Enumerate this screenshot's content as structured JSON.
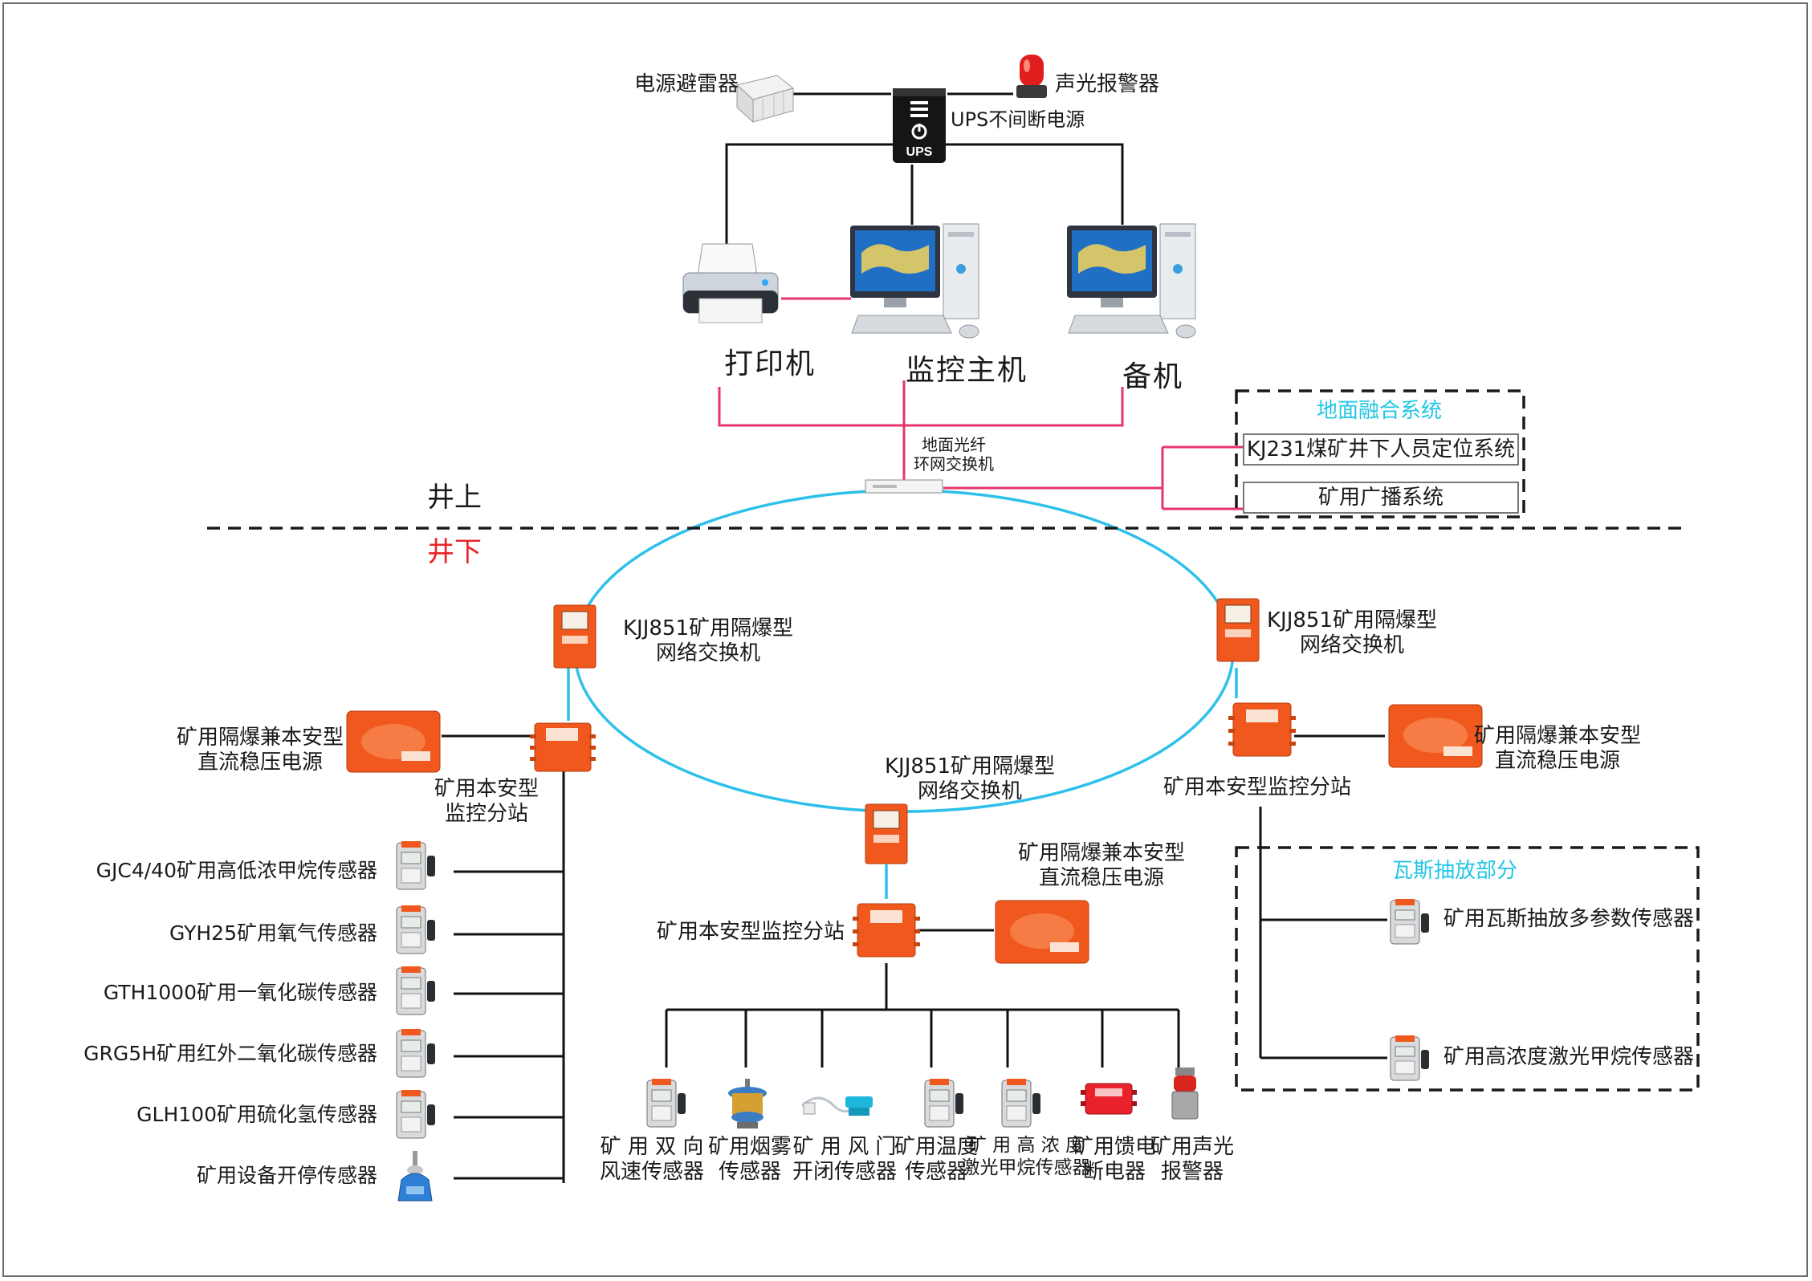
{
  "colors": {
    "black_wire": "#111111",
    "pink_wire": "#e5356b",
    "cyan_ring": "#2ec0ea",
    "device_orange": "#f0581d",
    "title_cyan": "#22c6e6",
    "underground_red": "#e8262a"
  },
  "surface": {
    "surge_protector": "电源避雷器",
    "alarm": "声光报警器",
    "ups": "UPS不间断电源",
    "ups_badge": "UPS",
    "printer": "打印机",
    "host": "监控主机",
    "backup": "备机",
    "fiber_switch": "地面光纤\n环网交换机"
  },
  "fusion": {
    "title": "地面融合系统",
    "items": [
      "KJ231煤矿井下人员定位系统",
      "矿用广播系统"
    ]
  },
  "zones": {
    "above": "井上",
    "below": "井下"
  },
  "switches": {
    "left": "KJJ851矿用隔爆型\n网络交换机",
    "right": "KJJ851矿用隔爆型\n网络交换机",
    "bottom": "KJJ851矿用隔爆型\n网络交换机"
  },
  "power": {
    "left": "矿用隔爆兼本安型\n直流稳压电源",
    "right": "矿用隔爆兼本安型\n直流稳压电源",
    "center": "矿用隔爆兼本安型\n直流稳压电源"
  },
  "stations": {
    "left": "矿用本安型\n监控分站",
    "right": "矿用本安型监控分站",
    "center": "矿用本安型监控分站"
  },
  "left_sensors": [
    "GJC4/40矿用高低浓甲烷传感器",
    "GYH25矿用氧气传感器",
    "GTH1000矿用一氧化碳传感器",
    "GRG5H矿用红外二氧化碳传感器",
    "GLH100矿用硫化氢传感器",
    "矿用设备开停传感器"
  ],
  "bottom_sensors": [
    "矿 用 双 向\n风速传感器",
    "矿用烟雾\n传感器",
    "矿 用 风 门\n开闭传感器",
    "矿用温度\n传感器",
    "矿 用 高 浓 度\n激光甲烷传感器",
    "矿用馈电\n断电器",
    "矿用声光\n报警器"
  ],
  "gas": {
    "title": "瓦斯抽放部分",
    "items": [
      "矿用瓦斯抽放多参数传感器",
      "矿用高浓度激光甲烷传感器"
    ]
  }
}
